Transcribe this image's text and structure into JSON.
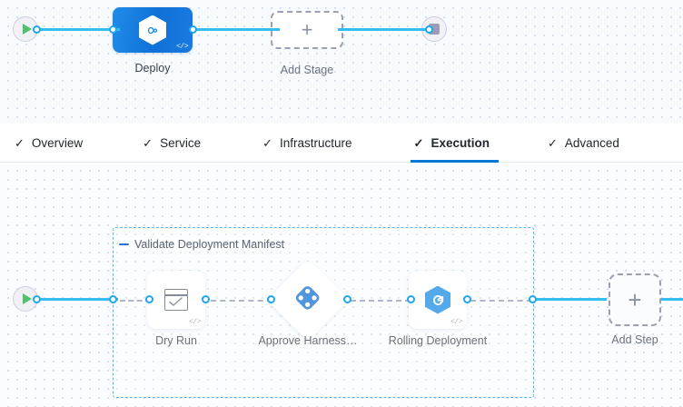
{
  "stage_canvas": {
    "start_node": {
      "name": "start-node",
      "icon": "play-icon"
    },
    "end_node": {
      "name": "end-node",
      "icon": "stop-icon"
    },
    "stage": {
      "label": "Deploy",
      "icon": "harness-deploy-hexagon-icon",
      "code_badge": "</>"
    },
    "add_stage": {
      "label": "Add Stage",
      "plus": "+"
    }
  },
  "tabs": [
    {
      "label": "Overview",
      "check": "✓",
      "active": false
    },
    {
      "label": "Service",
      "check": "✓",
      "active": false
    },
    {
      "label": "Infrastructure",
      "check": "✓",
      "active": false
    },
    {
      "label": "Execution",
      "check": "✓",
      "active": true
    },
    {
      "label": "Advanced",
      "check": "✓",
      "active": false
    }
  ],
  "execution_canvas": {
    "start_node": {
      "icon": "play-icon"
    },
    "group": {
      "label": "Validate Deployment Manifest",
      "collapse_icon": "minus-icon"
    },
    "steps": [
      {
        "label": "Dry Run",
        "icon": "dry-run-checkbox-icon",
        "code_badge": "</>"
      },
      {
        "label": "Approve Harness…",
        "icon": "harness-approval-diamond-icon",
        "code_badge": ""
      },
      {
        "label": "Rolling Deployment",
        "icon": "rolling-deployment-hexagon-icon",
        "code_badge": "</>"
      }
    ],
    "add_step": {
      "label": "Add Step",
      "plus": "+"
    }
  },
  "colors": {
    "accent_blue": "#0278d5",
    "link_blue": "#33bdf2",
    "port_blue": "#1fa6f0",
    "group_border": "#4fb9ef",
    "play_green": "#4dc26b",
    "stop_gray": "#9b9bb5"
  }
}
